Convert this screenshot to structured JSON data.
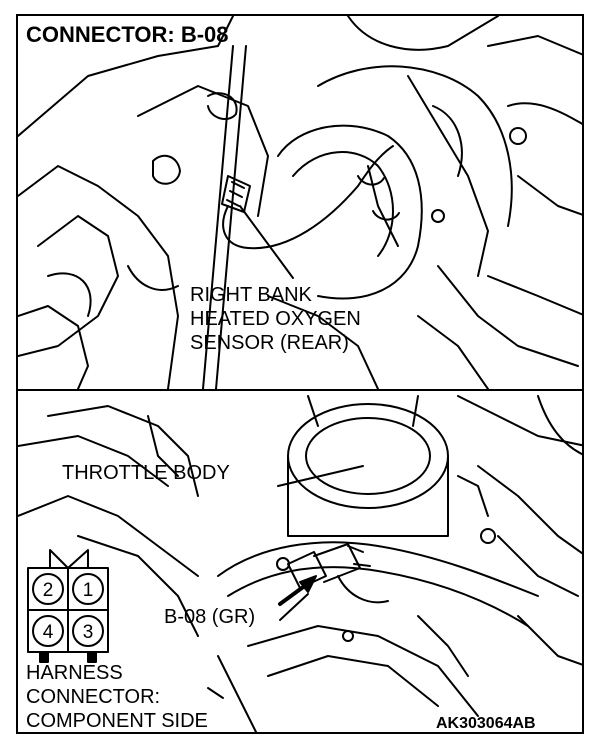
{
  "title": "CONNECTOR: B-08",
  "top_panel": {
    "sensor_label_lines": [
      "RIGHT BANK",
      "HEATED OXYGEN",
      "SENSOR (REAR)"
    ]
  },
  "bottom_panel": {
    "throttle_label": "THROTTLE BODY",
    "connector_label": "B-08 (GR)",
    "harness_label_lines": [
      "HARNESS",
      "CONNECTOR:",
      "COMPONENT SIDE"
    ],
    "connector_pins": [
      "2",
      "1",
      "4",
      "3"
    ],
    "figure_code": "AK303064AB"
  }
}
